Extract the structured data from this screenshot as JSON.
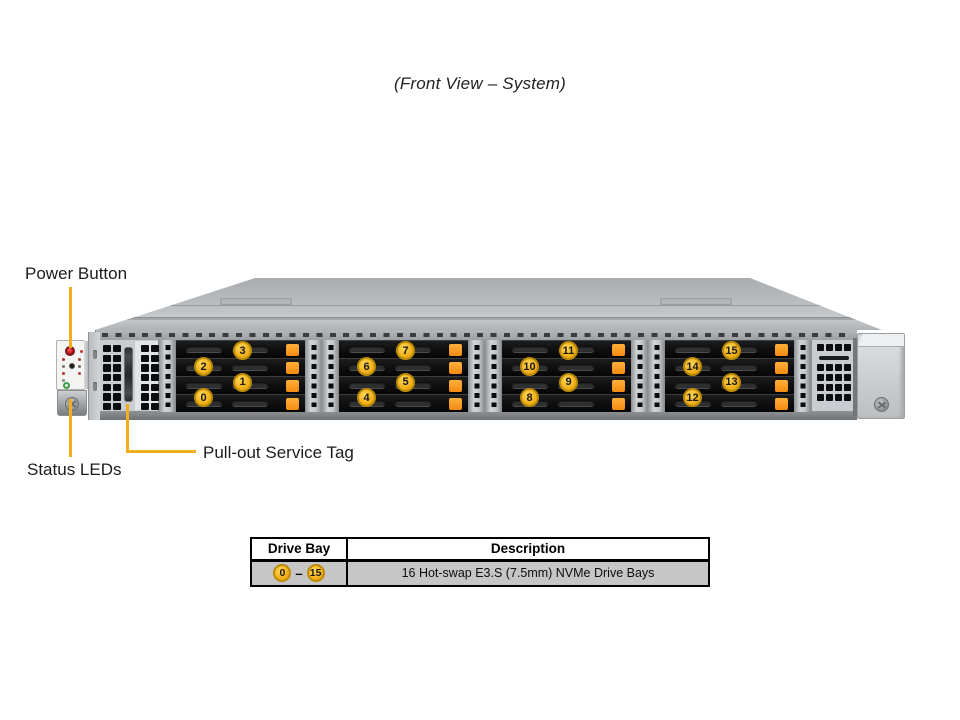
{
  "title": "(Front View – System)",
  "callouts": {
    "power_button": "Power Button",
    "status_leds": "Status LEDs",
    "service_tag": "Pull-out Service Tag"
  },
  "colors": {
    "callout_yellow": "#F2AF1D",
    "badge_fill": "#F0AE16",
    "badge_border": "#BB8A06",
    "latch_orange": "#F58A12",
    "power_button_red": "#C0161C",
    "uid_led_green": "#3C9E44",
    "table_row_bg": "#C6C6C6"
  },
  "drive_bays": {
    "groups": [
      {
        "badges": [
          {
            "label": "3",
            "row": 0,
            "side": "right"
          },
          {
            "label": "2",
            "row": 1,
            "side": "left"
          },
          {
            "label": "1",
            "row": 2,
            "side": "right"
          },
          {
            "label": "0",
            "row": 3,
            "side": "left"
          }
        ]
      },
      {
        "badges": [
          {
            "label": "7",
            "row": 0,
            "side": "right"
          },
          {
            "label": "6",
            "row": 1,
            "side": "left"
          },
          {
            "label": "5",
            "row": 2,
            "side": "right"
          },
          {
            "label": "4",
            "row": 3,
            "side": "left"
          }
        ]
      },
      {
        "badges": [
          {
            "label": "11",
            "row": 0,
            "side": "right"
          },
          {
            "label": "10",
            "row": 1,
            "side": "left"
          },
          {
            "label": "9",
            "row": 2,
            "side": "right"
          },
          {
            "label": "8",
            "row": 3,
            "side": "left"
          }
        ]
      },
      {
        "badges": [
          {
            "label": "15",
            "row": 0,
            "side": "right"
          },
          {
            "label": "14",
            "row": 1,
            "side": "left"
          },
          {
            "label": "13",
            "row": 2,
            "side": "right"
          },
          {
            "label": "12",
            "row": 3,
            "side": "left"
          }
        ]
      }
    ]
  },
  "table": {
    "headers": [
      "Drive Bay",
      "Description"
    ],
    "row": {
      "bay_start": "0",
      "bay_end": "15",
      "separator": "–",
      "description": "16 Hot-swap E3.S (7.5mm) NVMe Drive Bays"
    }
  }
}
